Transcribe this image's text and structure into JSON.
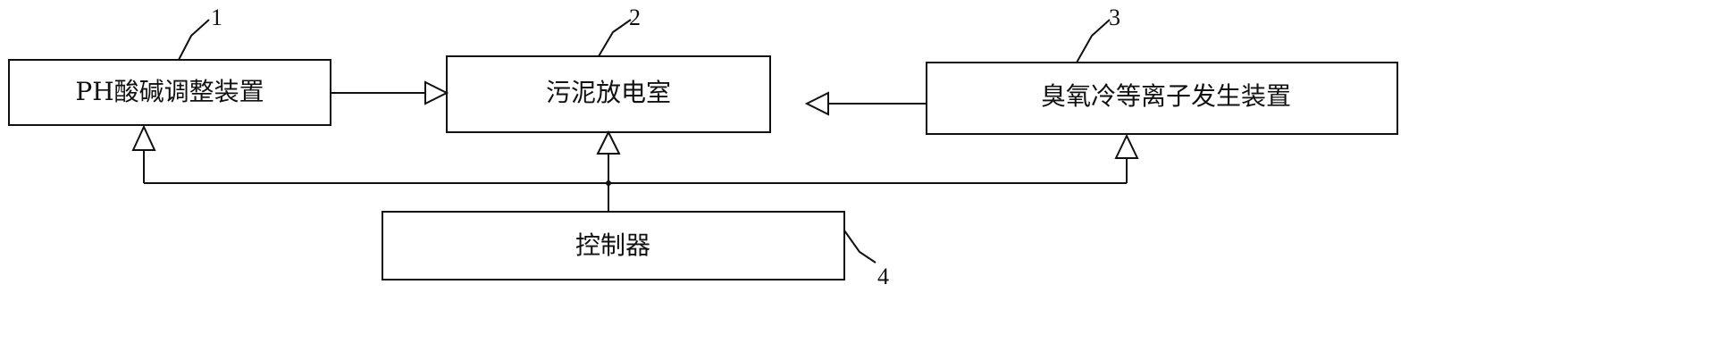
{
  "blocks": {
    "ph_device": {
      "label": "PH酸碱调整装置",
      "number": "1"
    },
    "sludge_chamber": {
      "label": "污泥放电室",
      "number": "2"
    },
    "plasma_generator": {
      "label": "臭氧冷等离子发生装置",
      "number": "3"
    },
    "controller": {
      "label": "控制器",
      "number": "4"
    }
  },
  "colors": {
    "line": "#111111",
    "background": "#ffffff"
  }
}
